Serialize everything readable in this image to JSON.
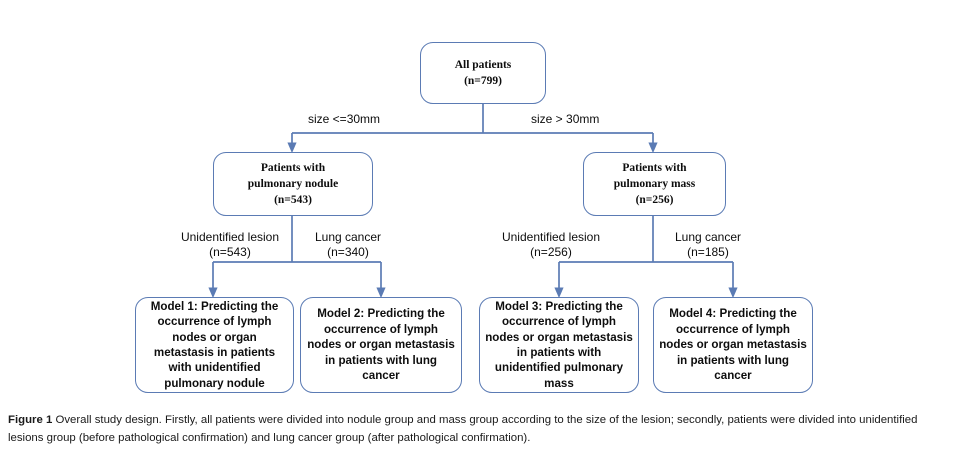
{
  "figure": {
    "nodes": {
      "all_patients": {
        "line1": "All patients",
        "line2": "(n=799)"
      },
      "pulmonary_nodule": {
        "line1": "Patients with",
        "line2": "pulmonary nodule",
        "line3": "(n=543)"
      },
      "pulmonary_mass": {
        "line1": "Patients with",
        "line2": "pulmonary mass",
        "line3": "(n=256)"
      },
      "model_1": {
        "text": "Model 1: Predicting the occurrence of lymph nodes or organ metastasis in patients with unidentified pulmonary nodule"
      },
      "model_2": {
        "text": "Model 2: Predicting the occurrence of lymph nodes or organ metastasis in patients with lung cancer"
      },
      "model_3": {
        "text": "Model 3: Predicting the occurrence of lymph nodes or organ metastasis in patients with unidentified pulmonary mass"
      },
      "model_4": {
        "text": "Model 4: Predicting the occurrence of lymph nodes or organ metastasis in patients with lung cancer"
      }
    },
    "edge_labels": {
      "size_le": "size <=30mm",
      "size_gt": "size > 30mm",
      "unidentified_left": {
        "line1": "Unidentified lesion",
        "line2": "(n=543)"
      },
      "lung_cancer_left": {
        "line1": "Lung cancer",
        "line2": "(n=340)"
      },
      "unidentified_right": {
        "line1": "Unidentified lesion",
        "line2": "(n=256)"
      },
      "lung_cancer_right": {
        "line1": "Lung cancer",
        "line2": "(n=185)"
      }
    },
    "caption": {
      "label": "Figure 1",
      "text": " Overall study design. Firstly, all patients were divided into nodule group and mass group according to the size of the lesion; secondly, patients were divided into unidentified lesions group (before pathological confirmation) and lung cancer group (after pathological confirmation)."
    },
    "colors": {
      "connector": "#5B7BB4",
      "box_border": "#5B7BB4",
      "background": "#ffffff",
      "text": "#0d0d0d"
    }
  }
}
